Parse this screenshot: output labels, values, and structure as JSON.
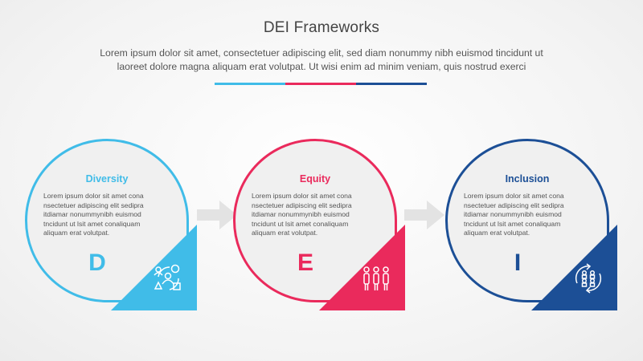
{
  "header": {
    "title": "DEI Frameworks",
    "subtitle_line1": "Lorem ipsum dolor sit amet, consectetuer adipiscing elit, sed diam nonummy nibh euismod tincidunt ut",
    "subtitle_line2": "laoreet dolore magna aliquam erat volutpat. Ut wisi enim ad minim veniam, quis nostrud exerci"
  },
  "colors": {
    "diversity": "#40bce8",
    "equity": "#ea2a5c",
    "inclusion": "#1c4f96",
    "arrow": "#e3e3e3"
  },
  "steps": [
    {
      "title": "Diversity",
      "letter": "D",
      "icon": "diversity-people-icon",
      "desc": [
        "Lorem ipsum dolor sit amet cona",
        "nsectetuer adipiscing elit sedipra",
        "itdiamar nonummynibh euismod",
        "tncidunt ut lsit amet conaliquam",
        "aliquam erat volutpat."
      ]
    },
    {
      "title": "Equity",
      "letter": "E",
      "icon": "equal-people-icon",
      "desc": [
        "Lorem ipsum dolor sit amet cona",
        "nsectetuer adipiscing elit sedipra",
        "itdiamar nonummynibh euismod",
        "tncidunt ut lsit amet conaliquam",
        "aliquam erat volutpat."
      ]
    },
    {
      "title": "Inclusion",
      "letter": "I",
      "icon": "inclusion-group-icon",
      "desc": [
        "Lorem ipsum dolor sit amet cona",
        "nsectetuer adipiscing elit sedipra",
        "itdiamar nonummynibh euismod",
        "tncidunt ut lsit amet conaliquam",
        "aliquam erat volutpat."
      ]
    }
  ]
}
